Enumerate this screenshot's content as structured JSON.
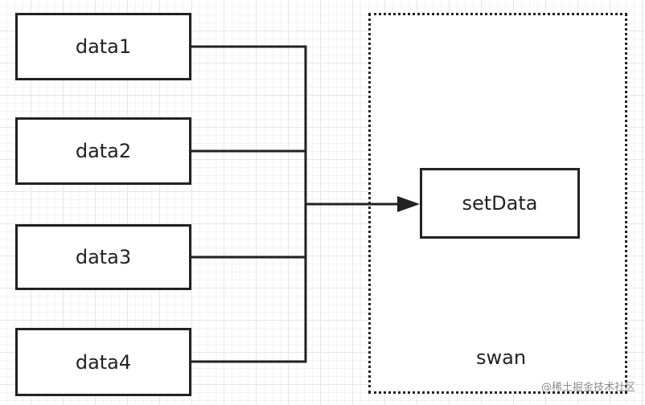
{
  "diagram": {
    "inputs": [
      "data1",
      "data2",
      "data3",
      "data4"
    ],
    "container_label": "swan",
    "target_label": "setData"
  },
  "watermark": "@稀土掘金技术社区",
  "colors": {
    "stroke": "#222222",
    "background": "#ffffff",
    "grid": "#e6e6e6"
  }
}
